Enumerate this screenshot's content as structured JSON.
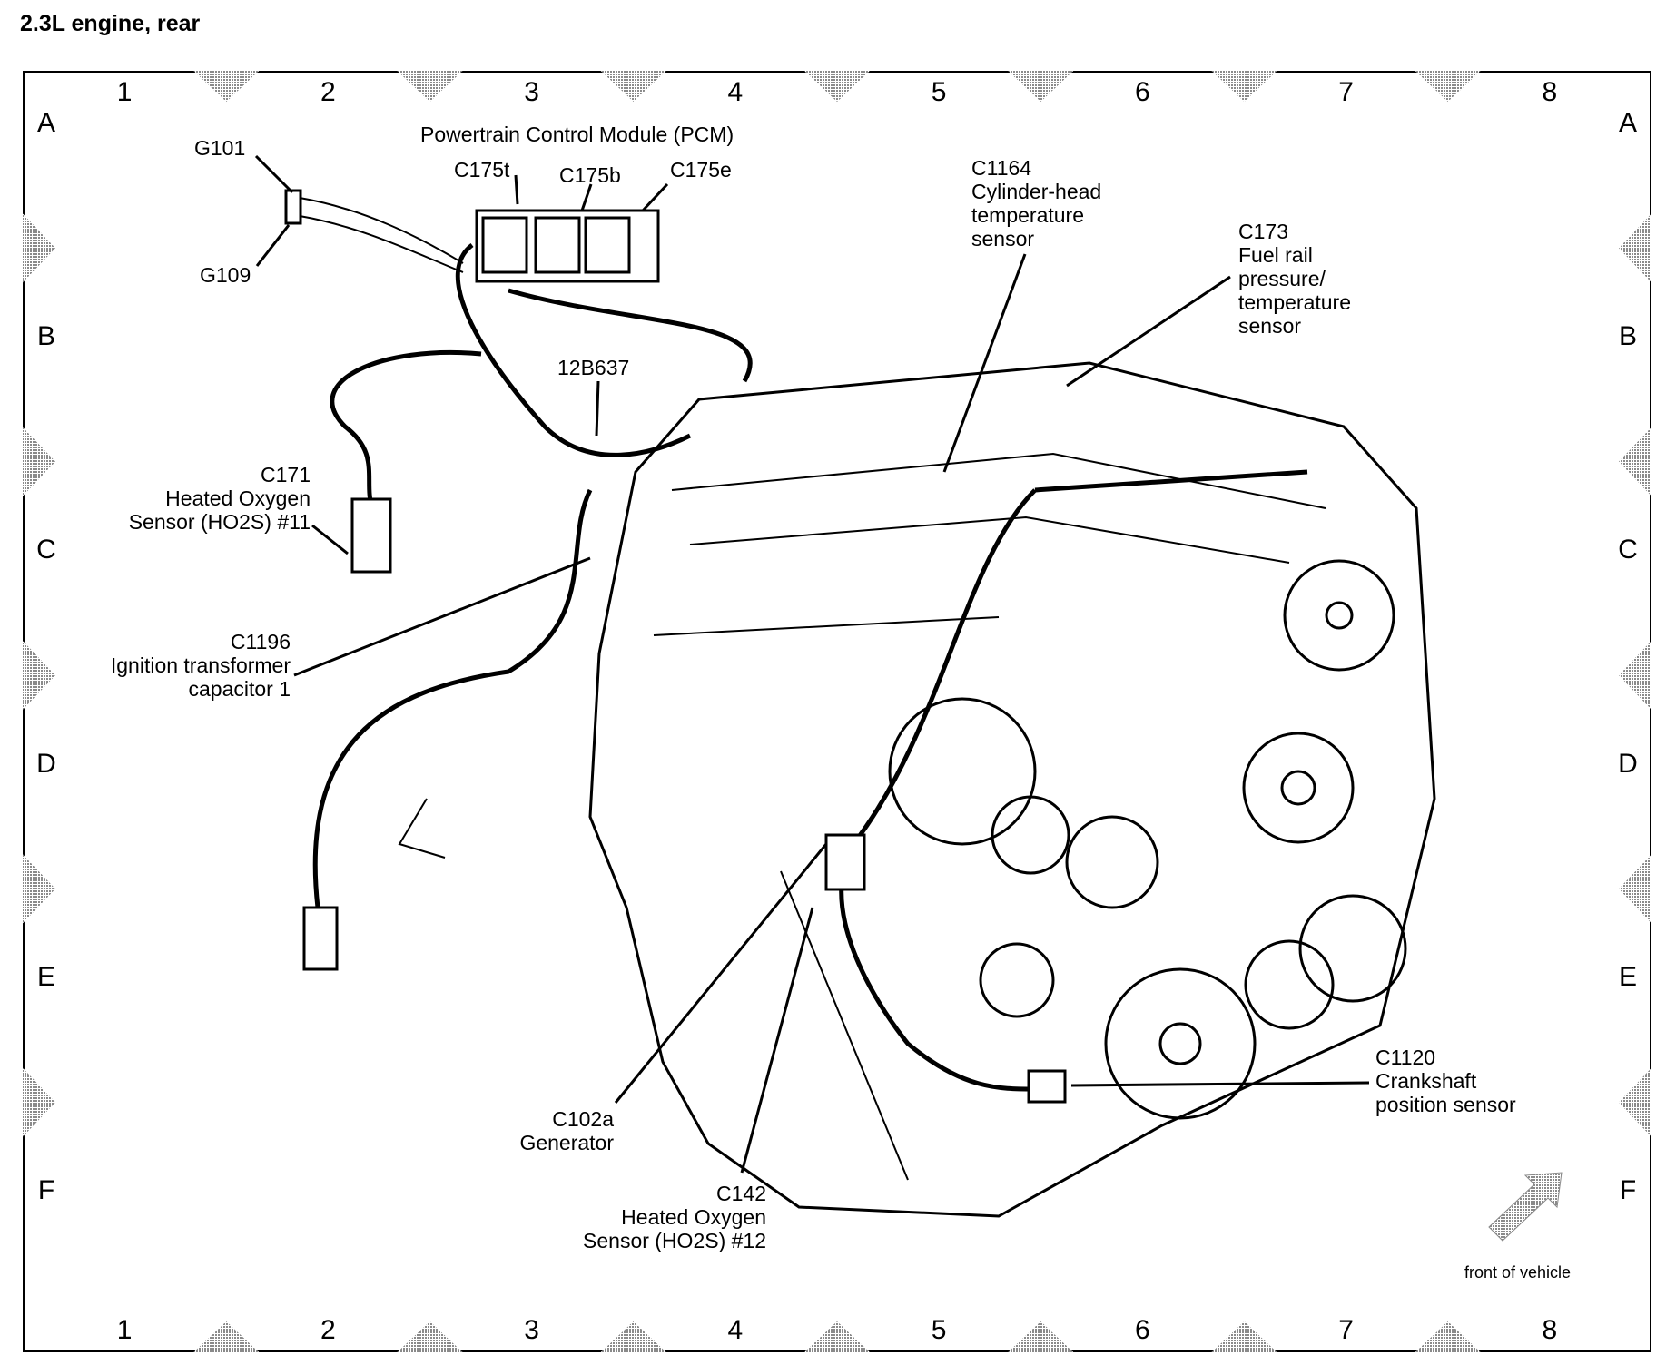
{
  "title": "2.3L engine, rear",
  "grid": {
    "columns": [
      "1",
      "2",
      "3",
      "4",
      "5",
      "6",
      "7",
      "8"
    ],
    "rows": [
      "A",
      "B",
      "C",
      "D",
      "E",
      "F"
    ]
  },
  "labels": {
    "pcm": "Powertrain Control Module (PCM)",
    "g101": "G101",
    "g109": "G109",
    "c175t": "C175t",
    "c175b": "C175b",
    "c175e": "C175e",
    "c1164": [
      "C1164",
      "Cylinder-head",
      "temperature",
      "sensor"
    ],
    "c173": [
      "C173",
      "Fuel rail",
      "pressure/",
      "temperature",
      "sensor"
    ],
    "b637": "12B637",
    "c171": [
      "C171",
      "Heated Oxygen",
      "Sensor (HO2S) #11"
    ],
    "c1196": [
      "C1196",
      "Ignition transformer",
      "capacitor 1"
    ],
    "c102a": [
      "C102a",
      "Generator"
    ],
    "c142": [
      "C142",
      "Heated Oxygen",
      "Sensor (HO2S) #12"
    ],
    "c1120": [
      "C1120",
      "Crankshaft",
      "position sensor"
    ]
  },
  "orientation": {
    "icon": "arrow-up-right-icon",
    "text": "front of vehicle"
  },
  "colors": {
    "ink": "#000000",
    "marker": "#9a9a9a"
  }
}
